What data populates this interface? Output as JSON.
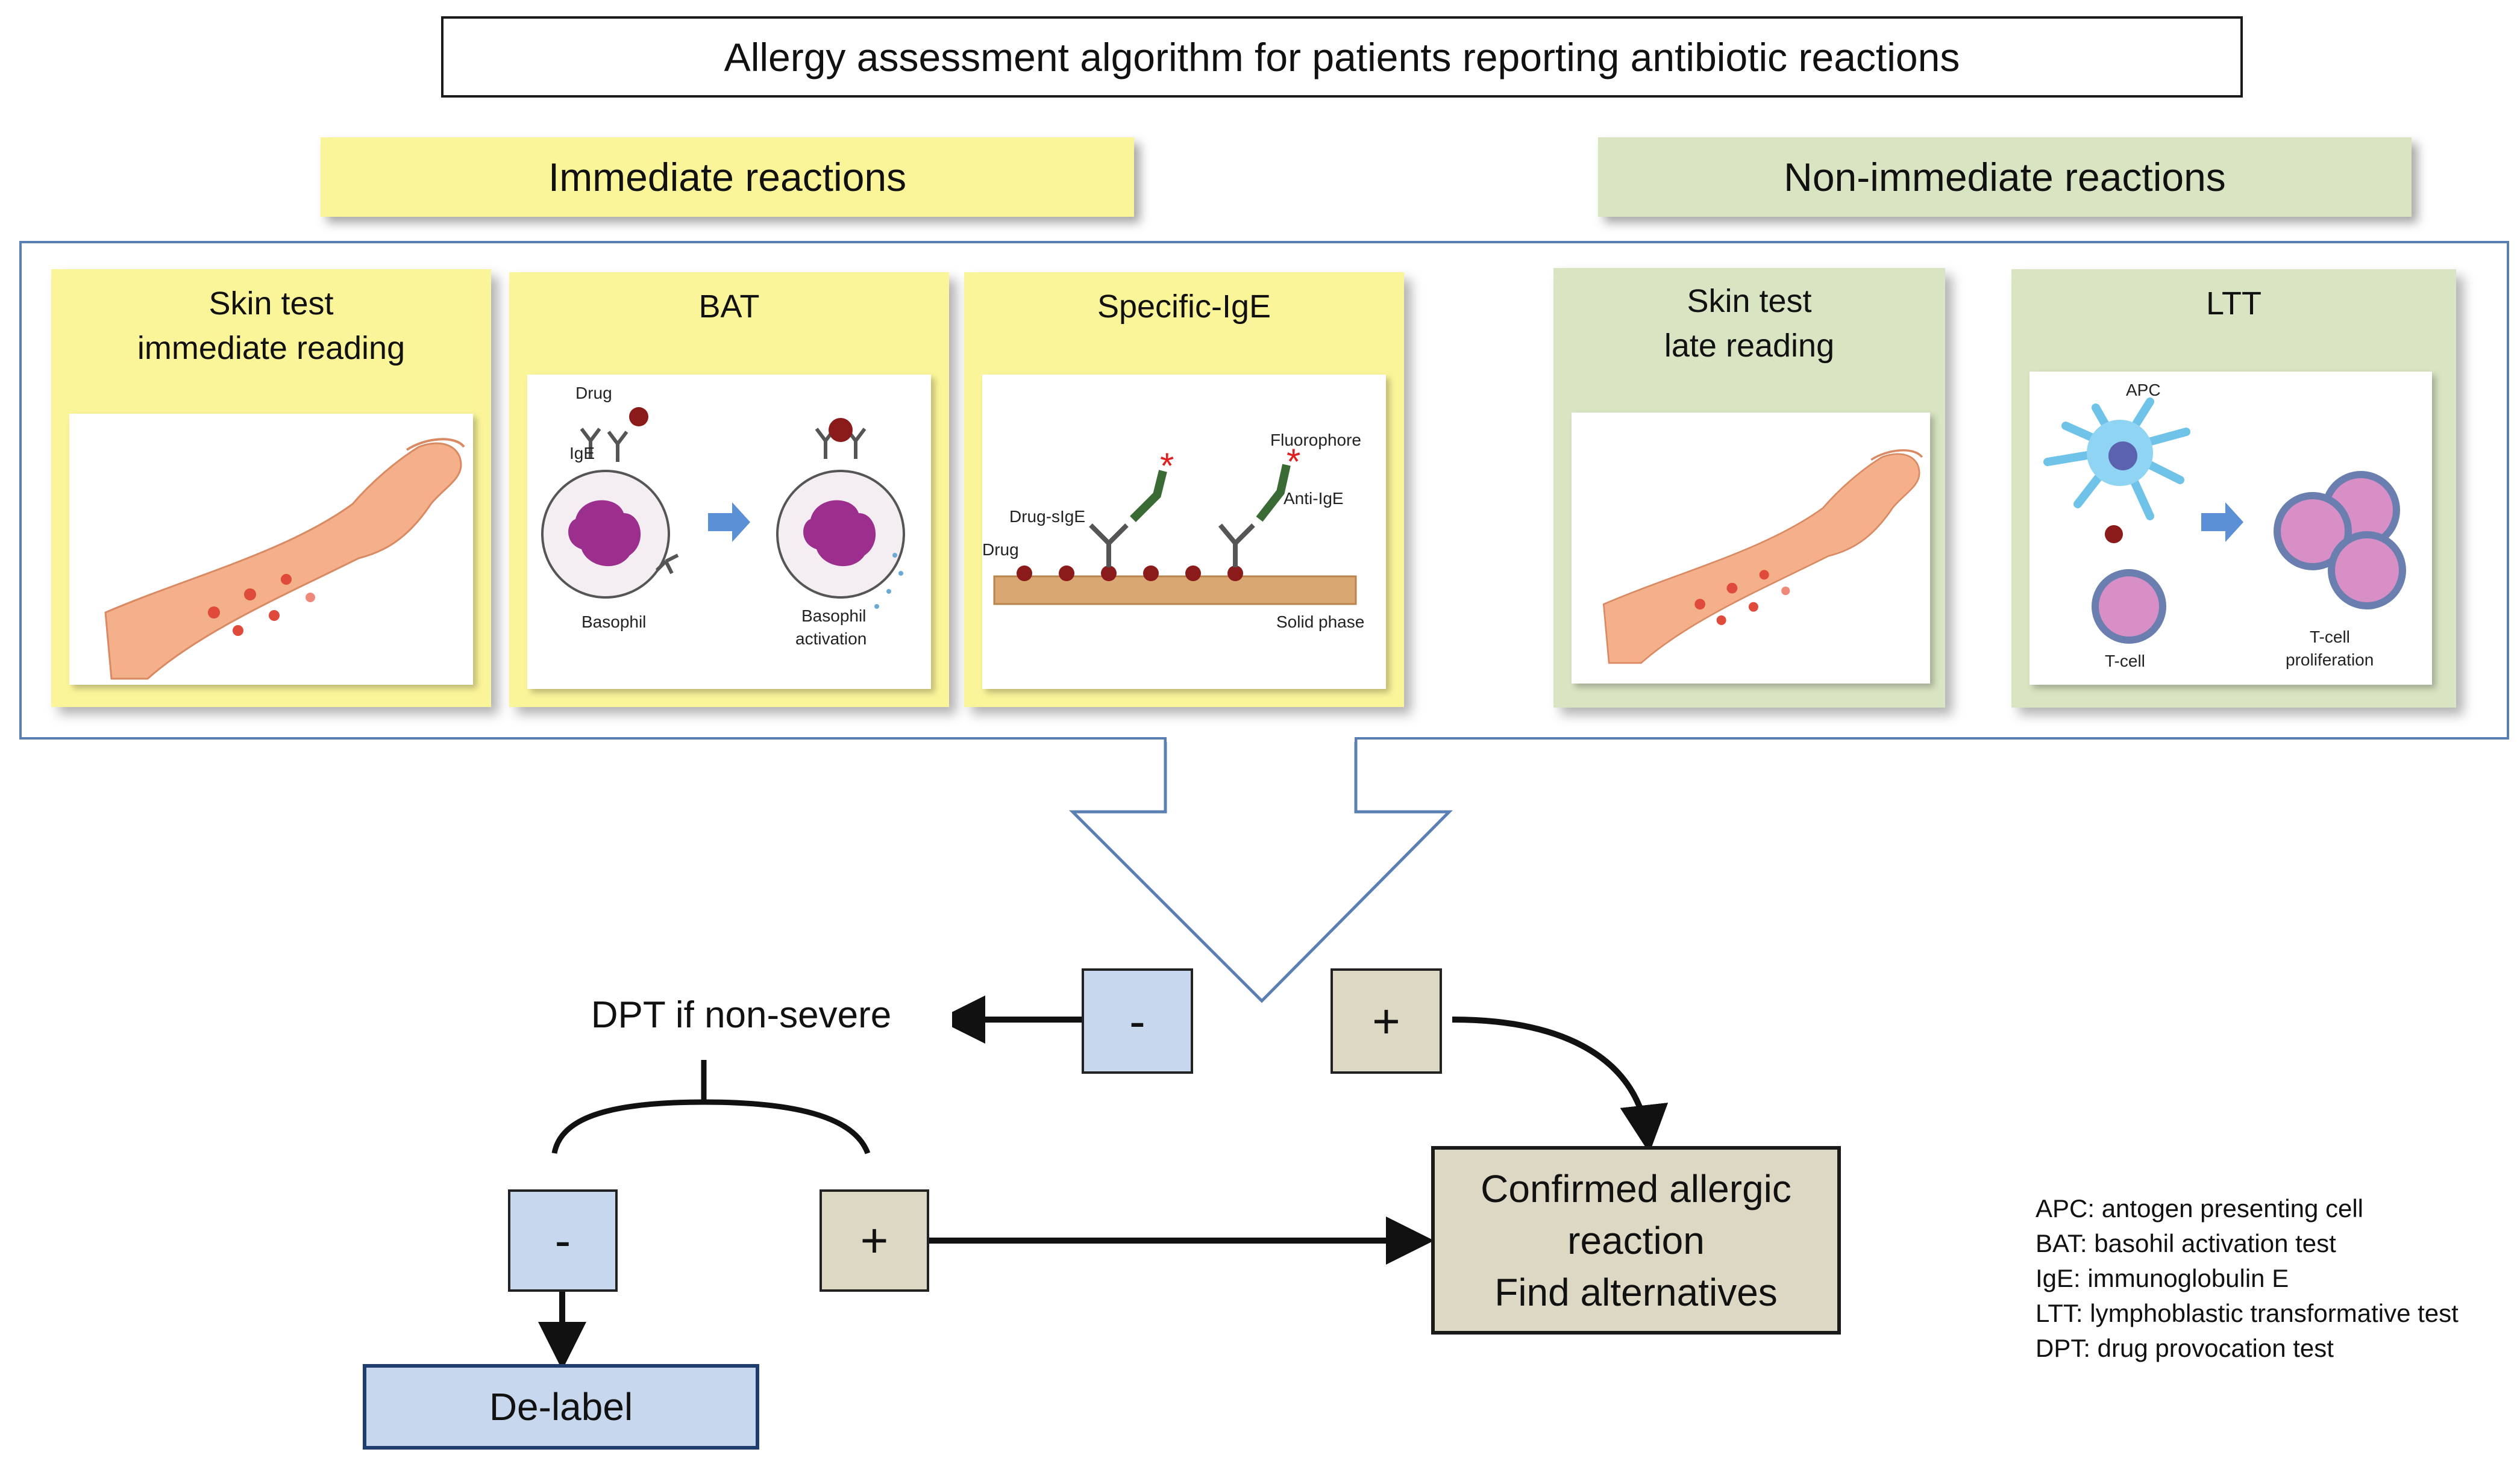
{
  "title": "Allergy assessment algorithm for patients reporting  antibiotic reactions",
  "sections": {
    "immediate": "Immediate reactions",
    "non_immediate": "Non-immediate reactions"
  },
  "cards": {
    "skin_immediate": {
      "line1": "Skin test",
      "line2": "immediate reading"
    },
    "bat": {
      "title": "BAT",
      "labels": {
        "drug": "Drug",
        "ige": "IgE",
        "basophil": "Basophil",
        "activation_1": "Basophil",
        "activation_2": "activation"
      }
    },
    "specific_ige": {
      "title": "Specific-IgE",
      "labels": {
        "fluorophore": "Fluorophore",
        "anti_ige": "Anti-IgE",
        "drug_sige": "Drug-sIgE",
        "drug": "Drug",
        "solid_phase": "Solid phase"
      }
    },
    "skin_late": {
      "line1": "Skin test",
      "line2": "late reading"
    },
    "ltt": {
      "title": "LTT",
      "labels": {
        "apc": "APC",
        "tcell": "T-cell",
        "prolif_1": "T-cell",
        "prolif_2": "proliferation"
      }
    }
  },
  "flow": {
    "neg_symbol": "-",
    "pos_symbol": "+",
    "dpt": "DPT if non-severe",
    "confirmed": {
      "line1": "Confirmed allergic",
      "line2": "reaction",
      "line3": "Find alternatives"
    },
    "delabel": "De-label"
  },
  "abbreviations": [
    "APC: antogen presenting cell",
    "BAT: basohil activation test",
    "IgE: immunoglobulin E",
    "LTT: lymphoblastic transformative test",
    "DPT: drug provocation test"
  ],
  "colors": {
    "immediate": "#fbf59a",
    "non_immediate": "#d8e4c2",
    "negative": "#c7d8ee",
    "positive": "#ddd8c4",
    "frame": "#5a7fb2"
  }
}
